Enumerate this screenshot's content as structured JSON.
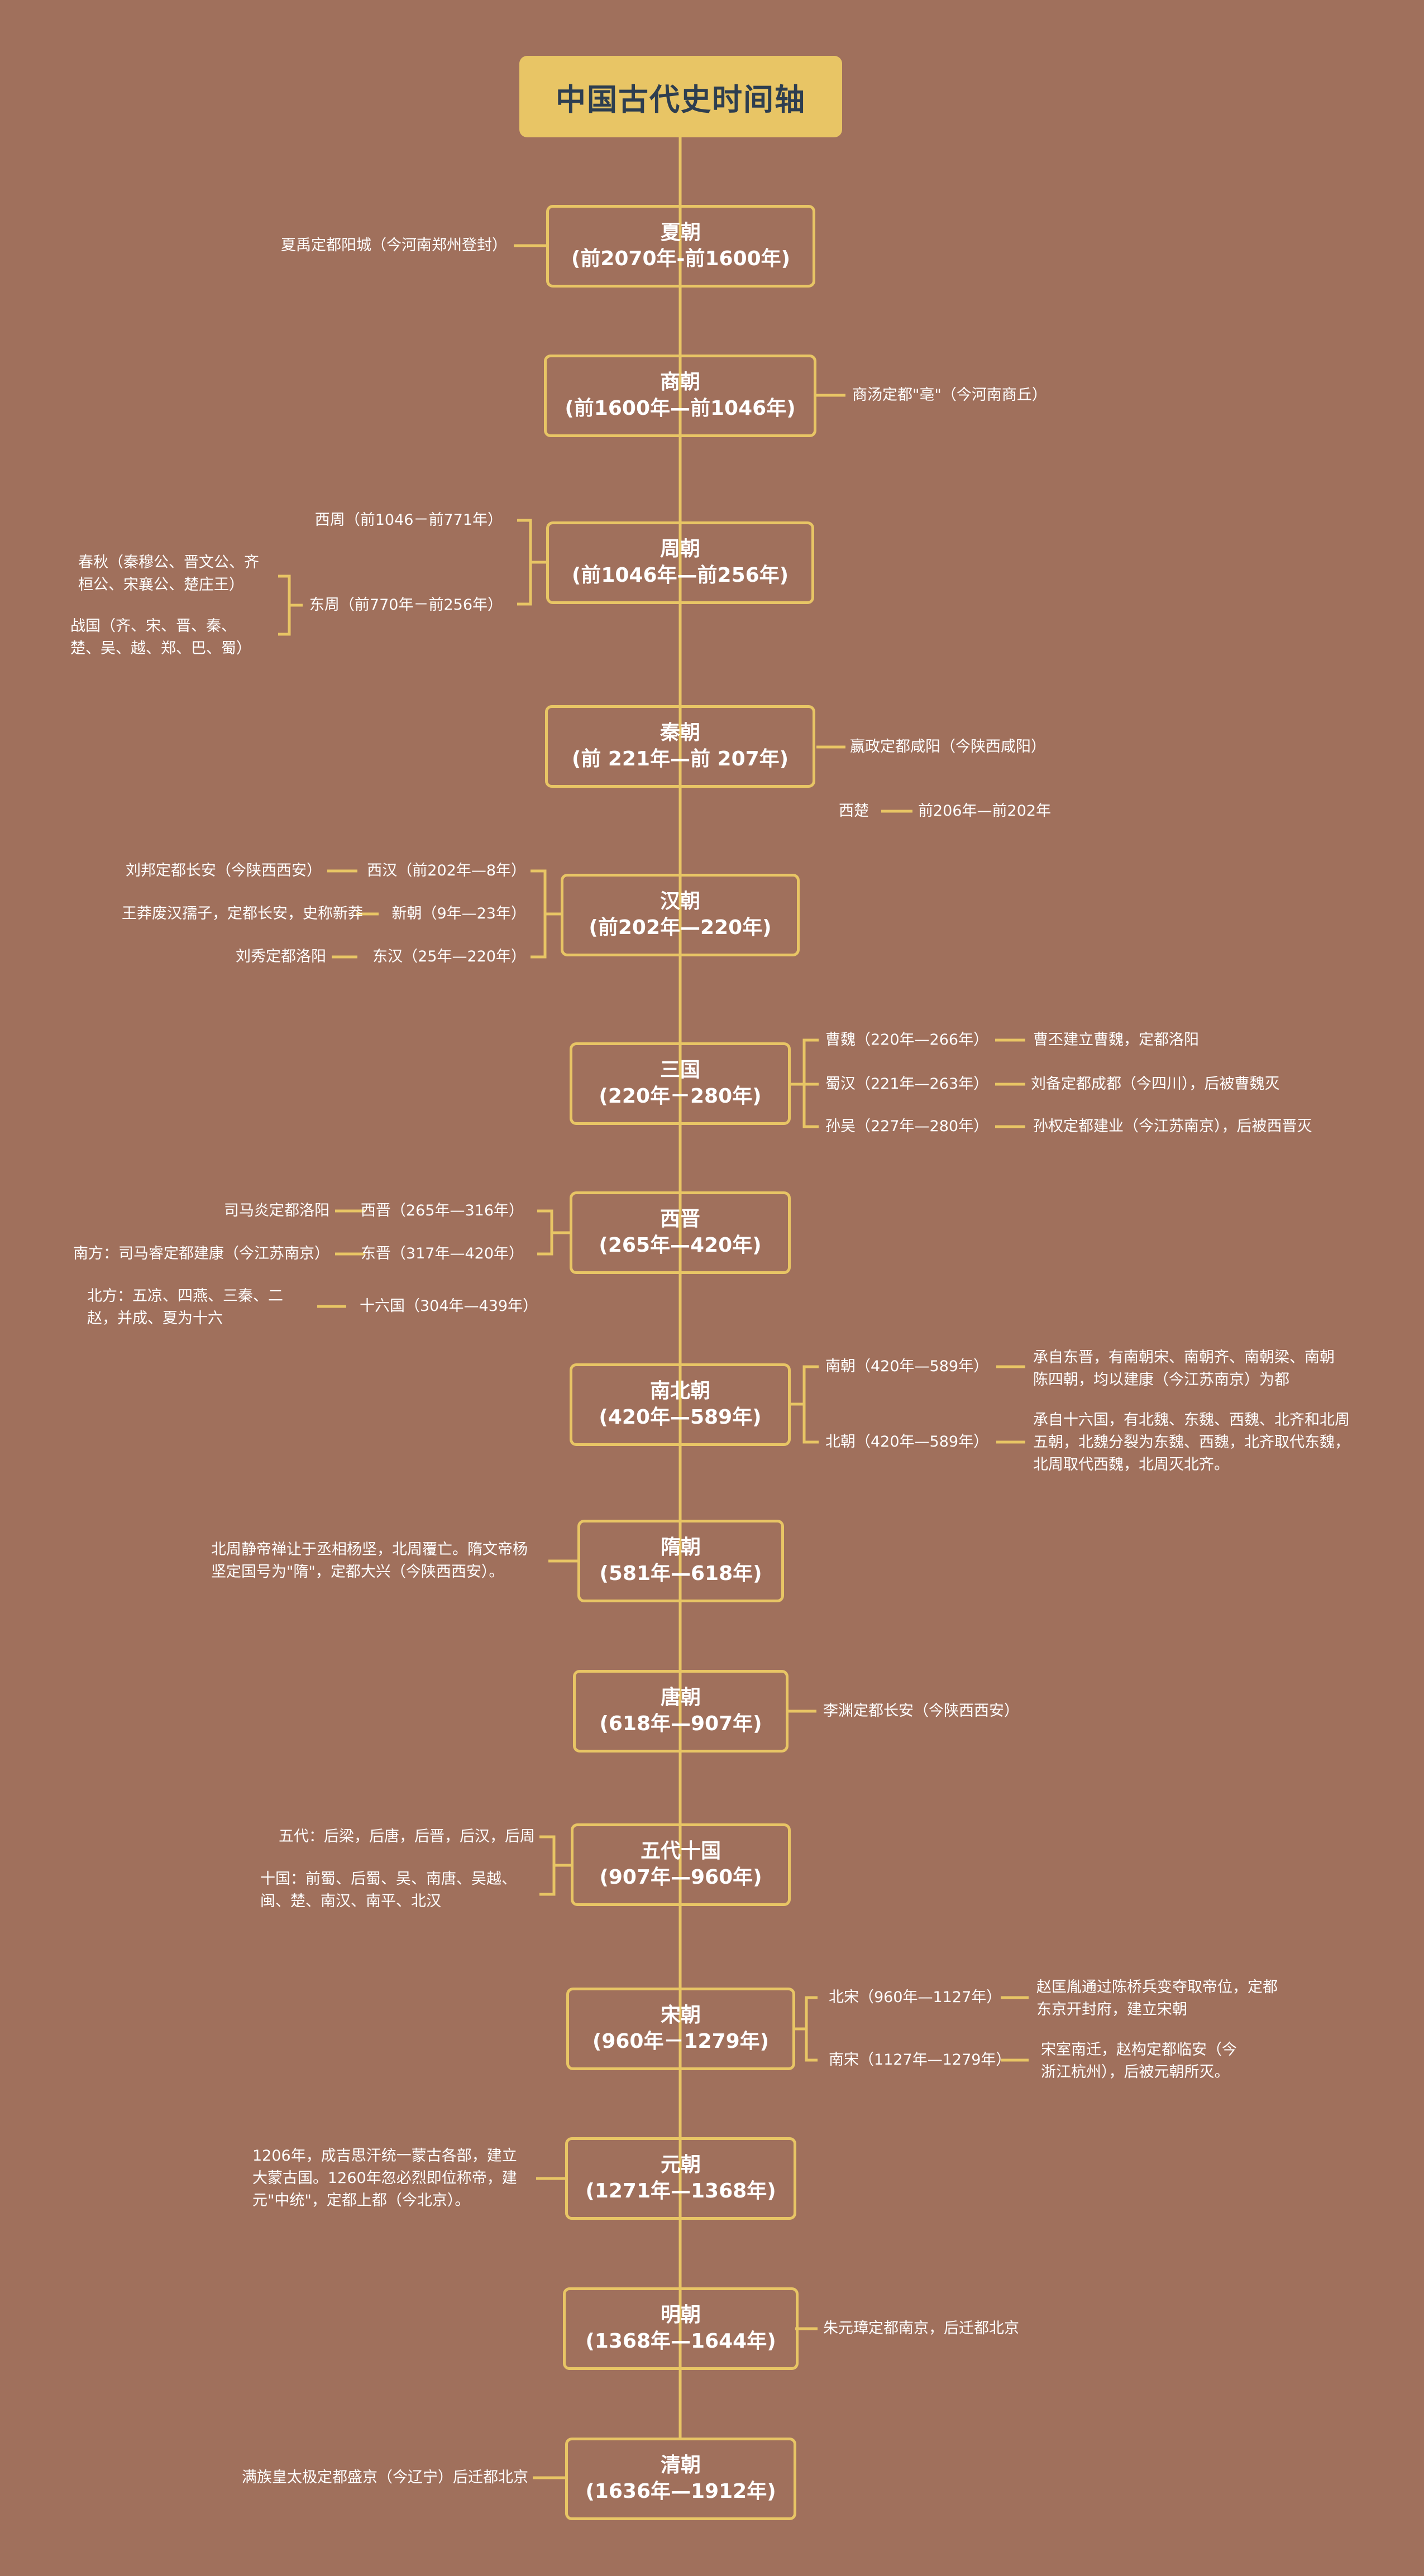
{
  "title": "中国古代史时间轴",
  "dynasties": [
    {
      "name": "夏朝",
      "years": "(前2070年-前1600年)"
    },
    {
      "name": "商朝",
      "years": "(前1600年—前1046年)"
    },
    {
      "name": "周朝",
      "years": "(前1046年—前256年)"
    },
    {
      "name": "秦朝",
      "years": "(前 221年—前 207年)"
    },
    {
      "name": "汉朝",
      "years": "(前202年—220年)"
    },
    {
      "name": "三国",
      "years": "(220年－280年)"
    },
    {
      "name": "西晋",
      "years": "(265年—420年)"
    },
    {
      "name": "南北朝",
      "years": "(420年—589年)"
    },
    {
      "name": "隋朝",
      "years": "(581年—618年)"
    },
    {
      "name": "唐朝",
      "years": "(618年—907年)"
    },
    {
      "name": "五代十国",
      "years": "(907年—960年)"
    },
    {
      "name": "宋朝",
      "years": "(960年－1279年)"
    },
    {
      "name": "元朝",
      "years": "(1271年—1368年)"
    },
    {
      "name": "明朝",
      "years": "(1368年—1644年)"
    },
    {
      "name": "清朝",
      "years": "(1636年—1912年)"
    }
  ],
  "notes": {
    "xia": "夏禹定都阳城（今河南郑州登封）",
    "shang": "商汤定都\"亳\"（今河南商丘）",
    "zhou_west": "西周（前1046－前771年）",
    "zhou_east": "东周（前770年－前256年）",
    "chunqiu": "春秋（秦穆公、晋文公、齐\n桓公、宋襄公、楚庄王）",
    "zhanguo": "战国（齐、宋、晋、秦、\n楚、吴、越、郑、巴、蜀）",
    "qin": "嬴政定都咸阳（今陕西咸阳）",
    "xichu": "西楚",
    "xichu_years": "前206年—前202年",
    "han_west_desc": "刘邦定都长安（今陕西西安）",
    "han_west": "西汉（前202年—8年）",
    "xin_desc": "王莽废汉孺子，定都长安，史称新莽",
    "xin": "新朝（9年—23年）",
    "han_east_desc": "刘秀定都洛阳",
    "han_east": "东汉（25年—220年）",
    "wei": "曹魏（220年—266年）",
    "wei_desc": "曹丕建立曹魏，定都洛阳",
    "shu": "蜀汉（221年—263年）",
    "shu_desc": "刘备定都成都（今四川），后被曹魏灭",
    "wu": "孙吴（227年—280年）",
    "wu_desc": "孙权定都建业（今江苏南京），后被西晋灭",
    "xijin_desc": "司马炎定都洛阳",
    "xijin": "西晋（265年—316年）",
    "dongjin_desc": "南方：司马睿定都建康（今江苏南京）",
    "dongjin": "东晋（317年—420年）",
    "sixteen_desc": "北方：五凉、四燕、三秦、二\n赵，并成、夏为十六",
    "sixteen": "十六国（304年—439年）",
    "nanchao": "南朝（420年—589年）",
    "nanchao_desc": "承自东晋，有南朝宋、南朝齐、南朝梁、南朝\n陈四朝，均以建康（今江苏南京）为都",
    "beichao": "北朝（420年—589年）",
    "beichao_desc": "承自十六国，有北魏、东魏、西魏、北齐和北周\n五朝，北魏分裂为东魏、西魏，北齐取代东魏，\n北周取代西魏，北周灭北齐。",
    "sui": "北周静帝禅让于丞相杨坚，北周覆亡。隋文帝杨\n坚定国号为\"隋\"，定都大兴（今陕西西安）。",
    "tang": "李渊定都长安（今陕西西安）",
    "wudai": "五代：后梁，后唐，后晋，后汉，后周",
    "shiguo": "十国：前蜀、后蜀、吴、南唐、吴越、\n闽、楚、南汉、南平、北汉",
    "beisong": "北宋（960年—1127年）",
    "beisong_desc": "赵匡胤通过陈桥兵变夺取帝位，定都\n东京开封府，建立宋朝",
    "nansong": "南宋（1127年—1279年）",
    "nansong_desc": "宋室南迁，赵构定都临安（今\n浙江杭州），后被元朝所灭。",
    "yuan": "1206年，成吉思汗统一蒙古各部，建立\n大蒙古国。1260年忽必烈即位称帝，建\n元\"中统\"，定都上都（今北京）。",
    "ming": "朱元璋定都南京，后迁都北京",
    "qing": "满族皇太极定都盛京（今辽宁）后迁都北京"
  },
  "colors": {
    "background": "#a0705c",
    "accent": "#e8c565",
    "title_text": "#2d3e50",
    "text": "#ffffff"
  }
}
